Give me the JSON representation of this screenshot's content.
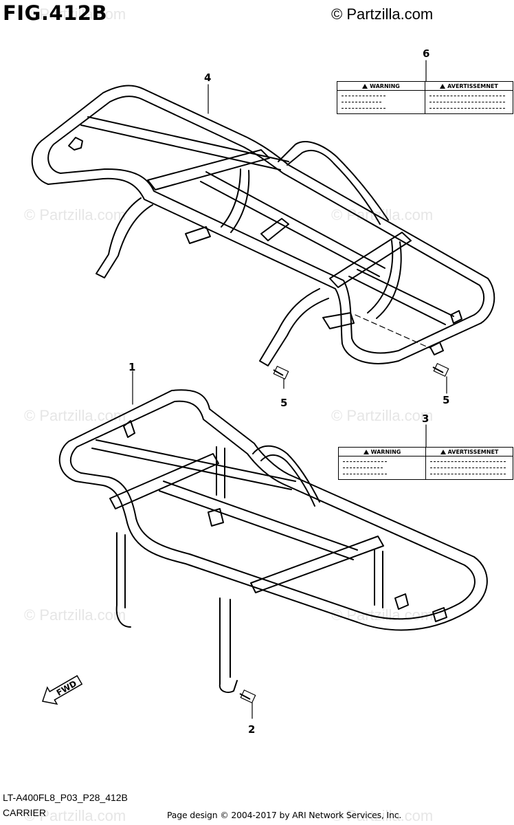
{
  "header": {
    "figure_title": "FIG.412B",
    "copyright": "© Partzilla.com"
  },
  "watermark_text": "© Partzilla.com",
  "callouts": {
    "part_1": "1",
    "part_2": "2",
    "part_3": "3",
    "part_4": "4",
    "part_5a": "5",
    "part_5b": "5",
    "part_6": "6"
  },
  "warning_label": {
    "col_left": "WARNING",
    "col_right": "AVERTISSEMNET"
  },
  "fwd_arrow_text": "FWD",
  "footer": {
    "diagram_code": "LT-A400FL8_P03_P28_412B",
    "section_name": "CARRIER",
    "page_design": "Page design © 2004-2017 by ARI Network Services, Inc."
  }
}
